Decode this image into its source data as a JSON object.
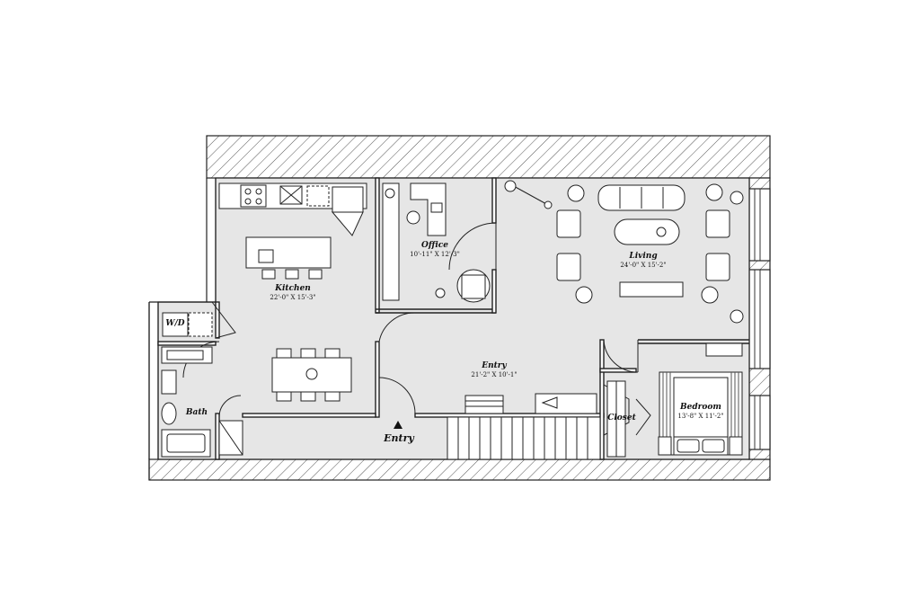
{
  "plan": {
    "rooms": [
      {
        "id": "kitchen",
        "name": "Kitchen",
        "dims": "22'-0\" X 15'-3\""
      },
      {
        "id": "office",
        "name": "Office",
        "dims": "10'-11\" X 12'-3\""
      },
      {
        "id": "living",
        "name": "Living",
        "dims": "24'-0\" X 15'-2\""
      },
      {
        "id": "entry",
        "name": "Entry",
        "dims": "21'-2\" X 10'-1\""
      },
      {
        "id": "bedroom",
        "name": "Bedroom",
        "dims": "13'-8\" X 11'-2\""
      }
    ],
    "labels": {
      "wd": "W/D",
      "bath": "Bath",
      "closet": "Closet",
      "entry_door": "Entry"
    }
  }
}
